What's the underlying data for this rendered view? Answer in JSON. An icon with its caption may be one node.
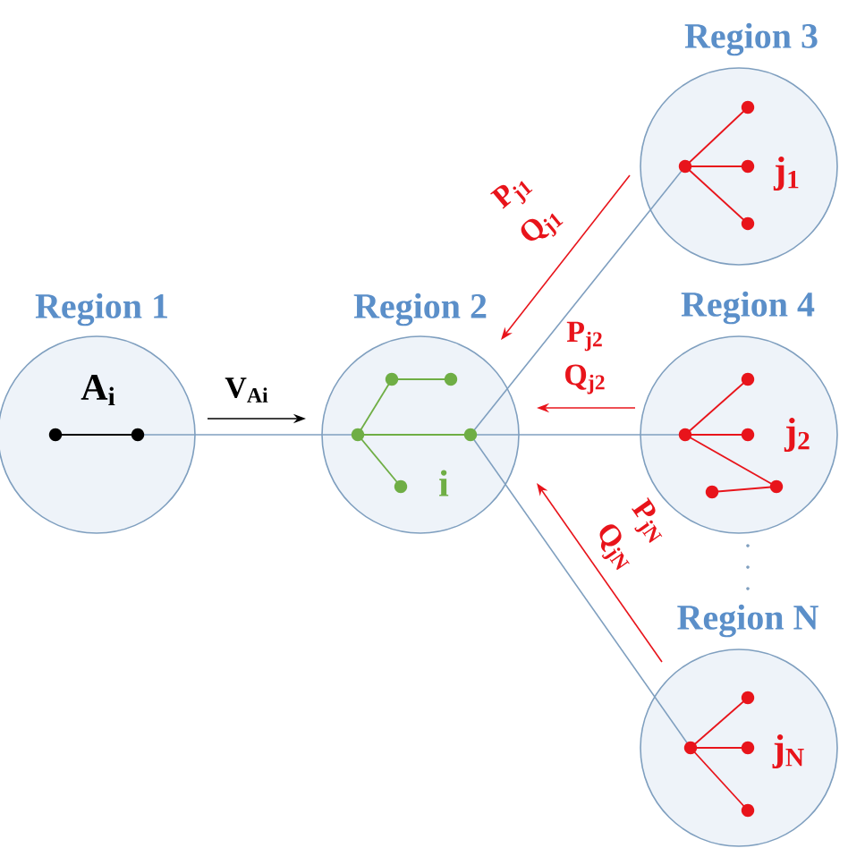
{
  "diagram": {
    "nodes": [
      {
        "text": [
          "Region 1",
          "A$_{i}$"
        ]
      },
      {
        "text": [
          "Region 2",
          "i"
        ]
      },
      {
        "text": [
          "Region 3",
          "j$_{1}$"
        ]
      },
      {
        "text": [
          "Region 4",
          "j$_{2}$"
        ]
      },
      {
        "text": [
          "Region N",
          "j$_{N}$"
        ]
      }
    ],
    "edges": [
      {
        "from": 0,
        "to": 1,
        "arrow": "none"
      },
      {
        "from": 1,
        "to": 2,
        "arrow": "none"
      },
      {
        "from": 1,
        "to": 3,
        "arrow": "none"
      },
      {
        "from": 1,
        "to": 4,
        "arrow": "none"
      }
    ],
    "labels": [
      "V$_{Ai}$",
      "P$_{j1}$",
      "Q$_{j1}$",
      "P$_{j2}$",
      "Q$_{j2}$",
      "P$_{jN}$",
      "Q$_{jN}$"
    ]
  }
}
